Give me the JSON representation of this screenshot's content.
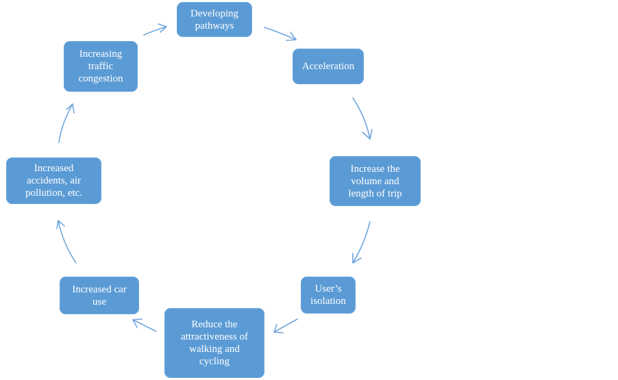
{
  "diagram": {
    "type": "cycle",
    "colors": {
      "node_fill": "#5b9bd5",
      "node_text": "#ffffff",
      "arrow": "#6fa6dc"
    },
    "nodes": [
      {
        "id": "developing-pathways",
        "label": "Developing\npathways"
      },
      {
        "id": "acceleration",
        "label": "Acceleration"
      },
      {
        "id": "increase-volume",
        "label": "Increase the\nvolume and\nlength of trip"
      },
      {
        "id": "users-isolation",
        "label": "User’s\nisolation"
      },
      {
        "id": "reduce-attractiveness",
        "label": "Reduce the\nattractiveness of\nwalking and\ncycling"
      },
      {
        "id": "increased-car-use",
        "label": "Increased car\nuse"
      },
      {
        "id": "increased-accidents",
        "label": "Increased\naccidents, air\npollution, etc."
      },
      {
        "id": "increasing-congestion",
        "label": "Increasing\ntraffic\ncongestion"
      }
    ],
    "edges": [
      {
        "from": "developing-pathways",
        "to": "acceleration"
      },
      {
        "from": "acceleration",
        "to": "increase-volume"
      },
      {
        "from": "increase-volume",
        "to": "users-isolation"
      },
      {
        "from": "users-isolation",
        "to": "reduce-attractiveness"
      },
      {
        "from": "reduce-attractiveness",
        "to": "increased-car-use"
      },
      {
        "from": "increased-car-use",
        "to": "increased-accidents"
      },
      {
        "from": "increased-accidents",
        "to": "increasing-congestion"
      },
      {
        "from": "increasing-congestion",
        "to": "developing-pathways"
      }
    ]
  }
}
